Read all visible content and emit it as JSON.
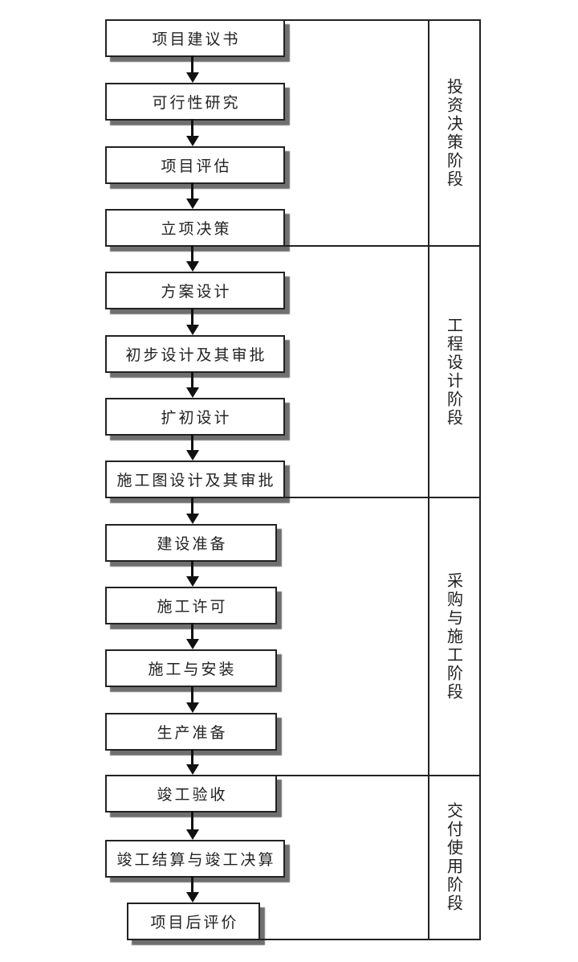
{
  "diagram_type": "flowchart",
  "colors": {
    "line": "#222222",
    "text": "#222222",
    "box_fill": "#ffffff",
    "box_shadow": "#6f6f6f",
    "background": "#ffffff",
    "arrow": "#111111"
  },
  "phases": [
    {
      "label": "投资决策阶段",
      "boxes": [
        "项目建议书",
        "可行性研究",
        "项目评估",
        "立项决策"
      ]
    },
    {
      "label": "工程设计阶段",
      "boxes": [
        "方案设计",
        "初步设计及其审批",
        "扩初设计",
        "施工图设计及其审批"
      ]
    },
    {
      "label": "采购与施工阶段",
      "boxes": [
        "建设准备",
        "施工许可",
        "施工与安装",
        "生产准备"
      ]
    },
    {
      "label": "交付使用阶段",
      "boxes": [
        "竣工验收",
        "竣工结算与竣工决算",
        "项目后评价"
      ]
    }
  ]
}
